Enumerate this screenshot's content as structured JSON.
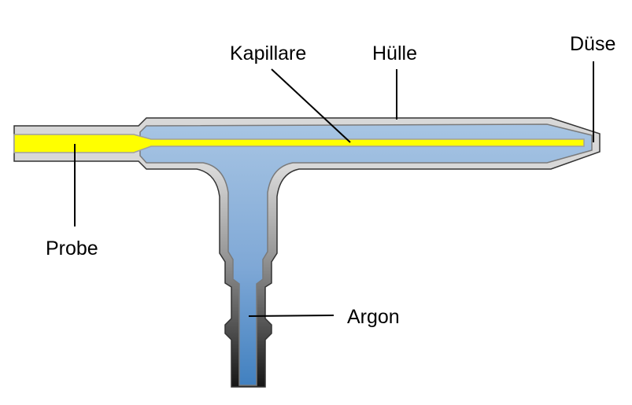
{
  "labels": {
    "probe": "Probe",
    "kapillare": "Kapillare",
    "huelle": "Hülle",
    "duese": "Düse",
    "argon": "Argon"
  },
  "colors": {
    "shell_light": "#d8d8d8",
    "shell_dark": "#1a1a1a",
    "shell_outline": "#333333",
    "gas_light": "#a9c6e4",
    "gas_dark": "#3f7fbf",
    "capillary": "#ffff00",
    "capillary_outline": "#a0a0a0",
    "background": "#ffffff"
  }
}
